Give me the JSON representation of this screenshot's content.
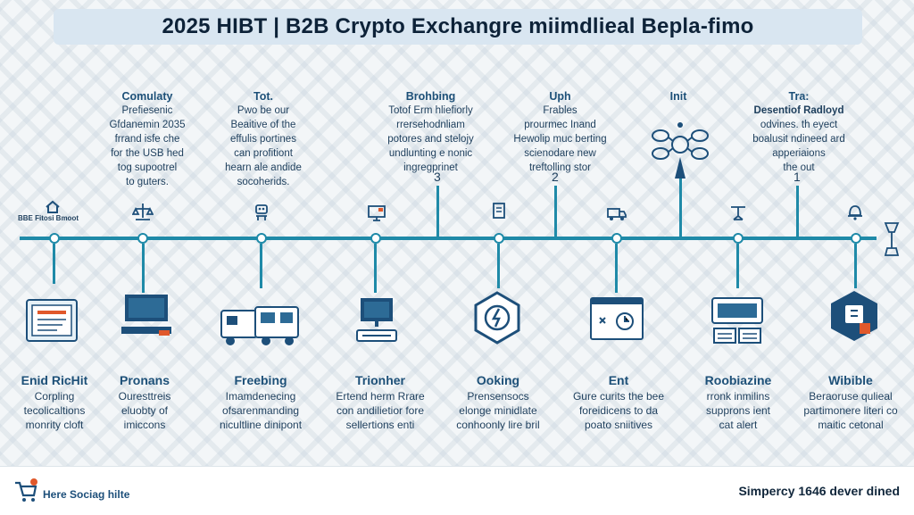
{
  "title": "2025 HIBT | B2B Crypto Exchangre miimdlieal Bepla-fimo",
  "left_label": "BBE Fitosi Bmoot",
  "top_steps": [
    {
      "heading": "Comulaty",
      "lines": [
        "Prefiesenic",
        "Gfdanemin 2035",
        "frrand isfe che",
        "for the USB hed",
        "tog supootrel",
        "to guters."
      ],
      "number": ""
    },
    {
      "heading": "Tot.",
      "lines": [
        "Pwo be our",
        "Beaitive of the",
        "effulis portines",
        "can profitiont",
        "hearn ale andide",
        "socoherids."
      ],
      "number": ""
    },
    {
      "heading": "Brohbing",
      "lines": [
        "Totof Erm hliefiorly",
        "rrersehodnliam",
        "potores and stelojy",
        "undlunting e nonic",
        "ingregprinet"
      ],
      "number": "3"
    },
    {
      "heading": "Uph",
      "lines": [
        "Frables",
        "prourmec Inand",
        "Hewolip muc berting",
        "scienodare new",
        "treftolling stor"
      ],
      "number": "2"
    },
    {
      "heading": "Init",
      "lines": [],
      "number": ""
    },
    {
      "heading": "Tra:",
      "lines": [
        "Desentiof Radloyd",
        "odvines. th eyect",
        "boalusit ndineed ard",
        "apperiaions",
        "the out"
      ],
      "number": "1"
    }
  ],
  "bottom_steps": [
    {
      "heading": "Enid RicHit",
      "lines": [
        "Corpling",
        "tecolicaltions",
        "monrity cloft"
      ]
    },
    {
      "heading": "Pronans",
      "lines": [
        "Ouresttreis",
        "eluobty of",
        "imiccons"
      ]
    },
    {
      "heading": "Freebing",
      "lines": [
        "Imamdenecing",
        "ofsarenmanding",
        "nicultline dinipont"
      ]
    },
    {
      "heading": "Trionher",
      "lines": [
        "Ertend herm Rrare",
        "con andilietior fore",
        "sellertions enti"
      ]
    },
    {
      "heading": "Ooking",
      "lines": [
        "Prensensocs",
        "elonge minidlate",
        "conhoonly lire bril"
      ]
    },
    {
      "heading": "Ent",
      "lines": [
        "Gure curits the bee",
        "foreidicens to da",
        "poato sniitives"
      ]
    },
    {
      "heading": "Roobiazine",
      "lines": [
        "rronk inmilins",
        "supprons ient",
        "cat alert"
      ]
    },
    {
      "heading": "Wibible",
      "lines": [
        "Beraoruse qulieal",
        "partimonere literi co",
        "maitic cetonal"
      ]
    }
  ],
  "footer": {
    "brand": "Here Sociag hilte",
    "right_text": "Simpercy 1646 dever dined"
  },
  "colors": {
    "accent": "#1f8aa8",
    "title_bg": "#d9e6f1",
    "text": "#1d3e5c",
    "warning": "#e0582b"
  }
}
